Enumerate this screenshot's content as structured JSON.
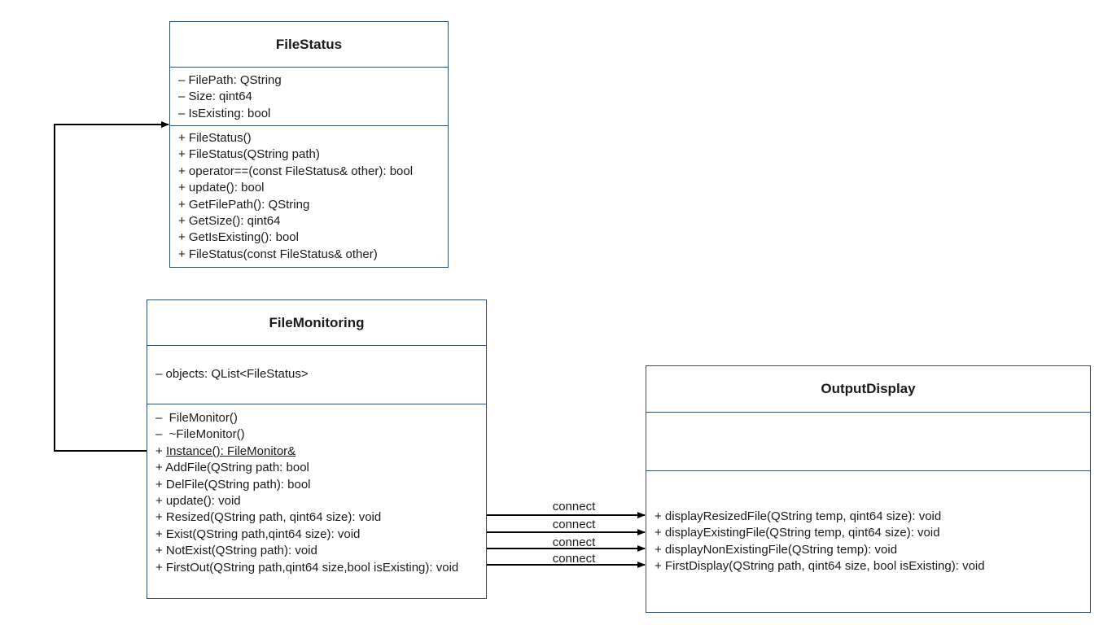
{
  "classes": {
    "file_status": {
      "name": "FileStatus",
      "attributes": [
        "– FilePath: QString",
        "– Size: qint64",
        "– IsExisting: bool"
      ],
      "operations": [
        "+ FileStatus()",
        "+ FileStatus(QString path)",
        "+ operator==(const FileStatus& other): bool",
        "+ update(): bool",
        "+ GetFilePath(): QString",
        "+ GetSize(): qint64",
        "+ GetIsExisting(): bool",
        "+ FileStatus(const FileStatus& other)"
      ]
    },
    "file_monitoring": {
      "name": "FileMonitoring",
      "attributes": [
        "– objects: QList<FileStatus>"
      ],
      "operations": [
        "–  FileMonitor()",
        "–  ~FileMonitor()",
        "+ AddFile(QString path: bool",
        "+ DelFile(QString path): bool",
        "+ update(): void",
        "+ Resized(QString path, qint64 size): void",
        "+ Exist(QString path,qint64 size): void",
        "+ NotExist(QString path): void",
        "+ FirstOut(QString path,qint64 size,bool isExisting): void"
      ],
      "instance_op": {
        "prefix": "+ ",
        "underlined": "Instance(): FileMonitor&"
      }
    },
    "output_display": {
      "name": "OutputDisplay",
      "attributes": [],
      "operations": [
        "+ displayResizedFile(QString temp, qint64 size): void",
        "+ displayExistingFile(QString temp, qint64 size): void",
        "+ displayNonExistingFile(QString temp): void",
        "+ FirstDisplay(QString path, qint64 size, bool isExisting): void"
      ]
    }
  },
  "connections": [
    {
      "label": "connect",
      "from": "Resized",
      "to": "displayResizedFile"
    },
    {
      "label": "connect",
      "from": "Exist",
      "to": "displayExistingFile"
    },
    {
      "label": "connect",
      "from": "NotExist",
      "to": "displayNonExistingFile"
    },
    {
      "label": "connect",
      "from": "FirstOut",
      "to": "FirstDisplay"
    }
  ],
  "colors": {
    "box_border": "#2f4f6f",
    "arrow": "#000000"
  }
}
